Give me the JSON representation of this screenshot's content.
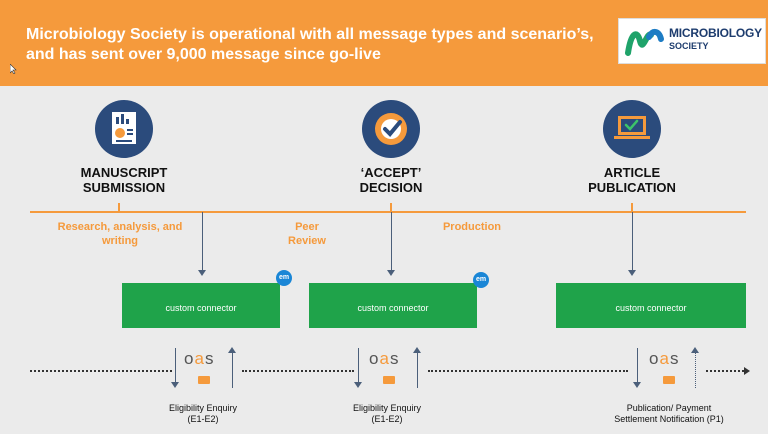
{
  "header": {
    "line1": "Microbiology Society is operational with all message types and scenario’s,",
    "line2": "and has sent over 9,000 message since go-live",
    "logo_line1": "MICROBIOLOGY",
    "logo_line2": "SOCIETY"
  },
  "stages": [
    {
      "line1": "MANUSCRIPT",
      "line2": "SUBMISSION",
      "icon": "document-chart-icon"
    },
    {
      "line1": "‘ACCEPT’",
      "line2": "DECISION",
      "icon": "checkmark-icon"
    },
    {
      "line1": "ARTICLE",
      "line2": "PUBLICATION",
      "icon": "laptop-check-icon"
    }
  ],
  "phases": [
    {
      "line1": "Research, analysis, and",
      "line2": "writing"
    },
    {
      "line1": "Peer",
      "line2": "Review"
    },
    {
      "line1": "Production",
      "line2": ""
    }
  ],
  "connectors": [
    "custom connector",
    "custom connector",
    "custom connector"
  ],
  "badges": [
    "em",
    "em"
  ],
  "oas_logo": {
    "o": "o",
    "a": "a",
    "s": "s"
  },
  "messages": [
    {
      "line1": "Eligibility Enquiry",
      "line2": "(E1-E2)"
    },
    {
      "line1": "Eligibility Enquiry",
      "line2": "(E1-E2)"
    },
    {
      "line1": "Publication/ Payment",
      "line2": "Settlement Notification (P1)"
    }
  ],
  "colors": {
    "accent": "#f59a3c",
    "connector": "#1fa34a",
    "icon_bg": "#2b4b7c",
    "badge": "#1a86d6"
  }
}
